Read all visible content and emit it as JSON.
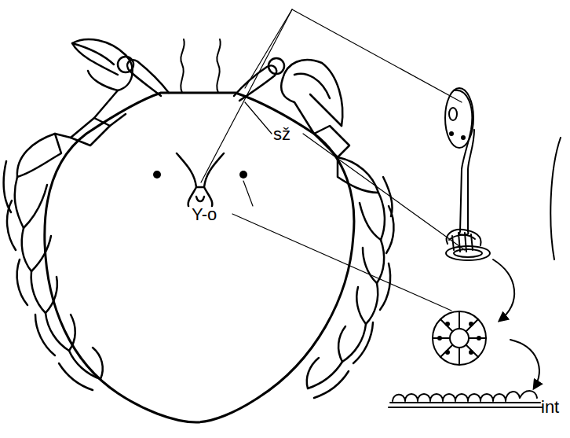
{
  "diagram": {
    "labels": [
      "sž",
      "Y-o",
      "int"
    ]
  }
}
